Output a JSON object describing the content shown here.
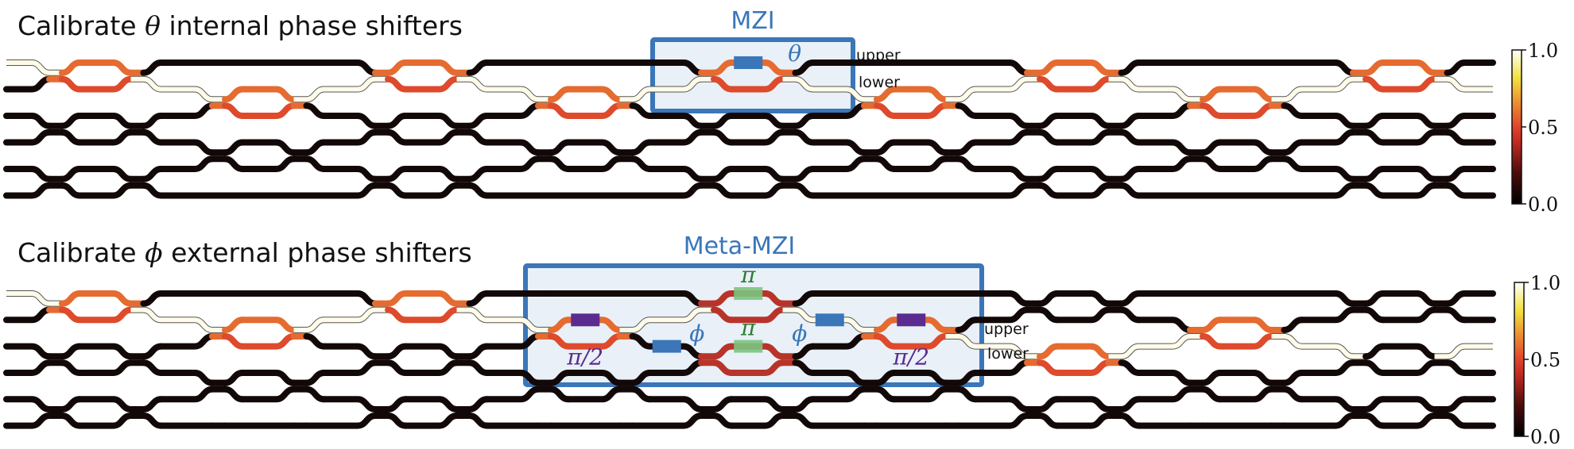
{
  "panels": [
    {
      "id": "theta",
      "title_prefix": "Calibrate ",
      "title_symbol": "θ",
      "title_suffix": " internal phase shifters",
      "box_label": "MZI",
      "port_labels": {
        "upper": "upper",
        "lower": "lower"
      },
      "input_row": 0,
      "lit_mzis": [
        [
          0,
          0
        ],
        [
          1,
          1
        ],
        [
          2,
          0
        ],
        [
          3,
          1
        ],
        [
          4,
          0
        ],
        [
          5,
          1
        ],
        [
          6,
          0
        ],
        [
          7,
          1
        ],
        [
          8,
          0
        ]
      ],
      "output_row": 1,
      "shifters": [
        {
          "kind": "theta",
          "row": 0,
          "mzi": 4,
          "label": "θ",
          "color": "#3a76b8"
        }
      ]
    },
    {
      "id": "phi",
      "title_prefix": "Calibrate ",
      "title_symbol": "ϕ",
      "title_suffix": " external phase shifters",
      "box_label": "Meta-MZI",
      "port_labels": {
        "upper": "upper",
        "lower": "lower"
      },
      "input_row": 0,
      "lit_mzis": [
        [
          0,
          0
        ],
        [
          1,
          1
        ],
        [
          2,
          0
        ],
        [
          3,
          1
        ],
        [
          4,
          0
        ],
        [
          4,
          2
        ],
        [
          5,
          1
        ],
        [
          6,
          2
        ],
        [
          7,
          1
        ]
      ],
      "output_row": 2,
      "shifters": [
        {
          "kind": "half-pi",
          "row": 1,
          "mzi": 3,
          "label": "π/2",
          "color": "#5b2c8f"
        },
        {
          "kind": "phi",
          "row": 2,
          "between": [
            3,
            4
          ],
          "label": "ϕ",
          "color": "#3a76b8"
        },
        {
          "kind": "pi",
          "row": 0,
          "mzi": 4,
          "label": "π",
          "color": "#7bc47f"
        },
        {
          "kind": "pi",
          "row": 2,
          "mzi": 4,
          "label": "π",
          "color": "#7bc47f"
        },
        {
          "kind": "phi",
          "row": 1,
          "between": [
            4,
            5
          ],
          "label": "ϕ",
          "color": "#3a76b8"
        },
        {
          "kind": "half-pi",
          "row": 1,
          "mzi": 5,
          "label": "π/2",
          "color": "#5b2c8f"
        }
      ]
    }
  ],
  "mesh": {
    "waveguides": 6,
    "mzi_columns": 9
  },
  "colorbar": {
    "ticks": [
      "1.0",
      "0.5",
      "0.0"
    ],
    "range": [
      0,
      1
    ],
    "colormap": [
      "#000000",
      "#5a1010",
      "#c02a20",
      "#e0442c",
      "#ec8a30",
      "#f2e23e",
      "#ffffff"
    ]
  },
  "colors": {
    "box_stroke": "#3a76b8",
    "box_fill": "#e9f0f8",
    "dark": "#120808",
    "bright": "#fffbe8",
    "mid_orange": "#e56b30",
    "mid_red": "#de4a2c",
    "deep_red": "#b8342a",
    "pi_green": "#2e7d32",
    "half_pi_purple": "#5b2c8f"
  }
}
